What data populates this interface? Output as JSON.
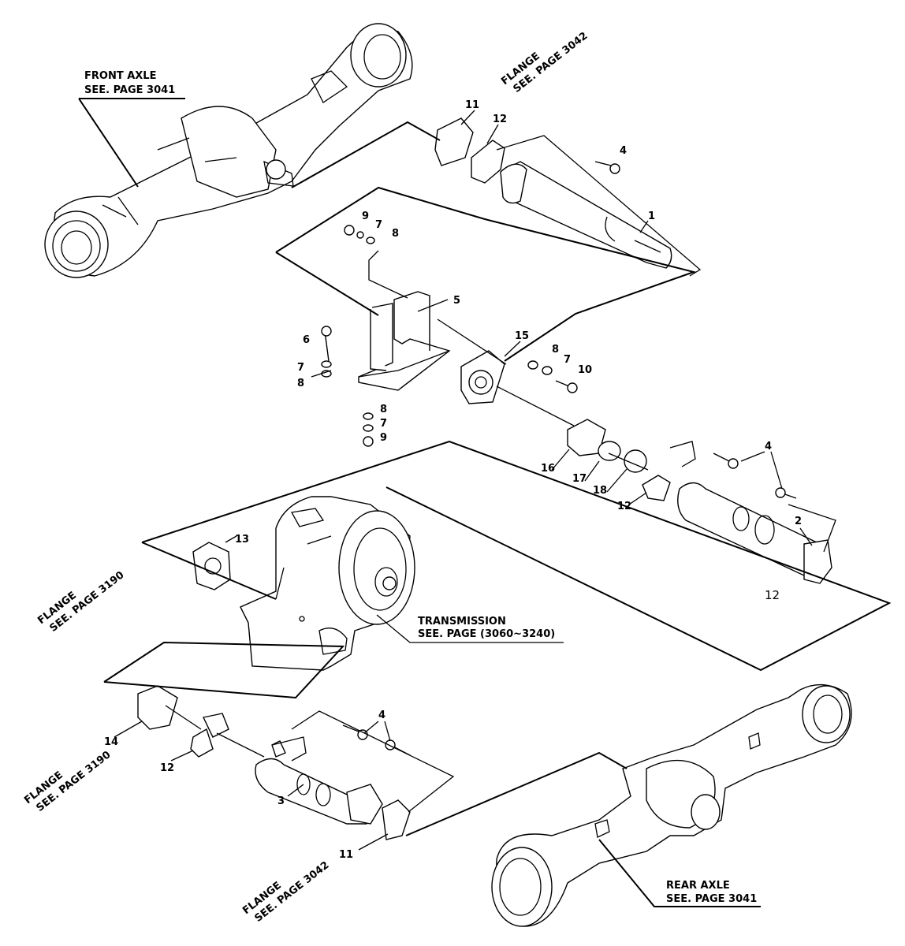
{
  "callouts": {
    "front_axle": [
      "FRONT  AXLE",
      "SEE. PAGE 3041"
    ],
    "flange_top": [
      "FLANGE",
      "SEE. PAGE 3042"
    ],
    "flange_left_mid": [
      "FLANGE",
      "SEE. PAGE 3190"
    ],
    "transmission": [
      "TRANSMISSION",
      "SEE. PAGE (3060~3240)"
    ],
    "flange_left_low": [
      "FLANGE",
      "SEE. PAGE 3190"
    ],
    "flange_bottom": [
      "FLANGE",
      "SEE. PAGE 3042"
    ],
    "rear_axle": [
      "REAR  AXLE",
      "SEE. PAGE 3041"
    ]
  },
  "part_numbers": {
    "p11_top": "11",
    "p12_top": "12",
    "p4_top": "4",
    "p1": "1",
    "p9_top": "9",
    "p7_top": "7",
    "p8_top": "8",
    "p5": "5",
    "p6": "6",
    "p7_left": "7",
    "p8_left": "8",
    "p15": "15",
    "p8_right": "8",
    "p7_right": "7",
    "p10": "10",
    "p8_low": "8",
    "p7_low": "7",
    "p9_low": "9",
    "p16": "16",
    "p17": "17",
    "p18": "18",
    "p12_mid": "12",
    "p4_mid": "4",
    "p2": "2",
    "p12_plain": "12",
    "p13": "13",
    "p14": "14",
    "p12_low": "12",
    "p4_low": "4",
    "p3": "3",
    "p11_low": "11"
  }
}
